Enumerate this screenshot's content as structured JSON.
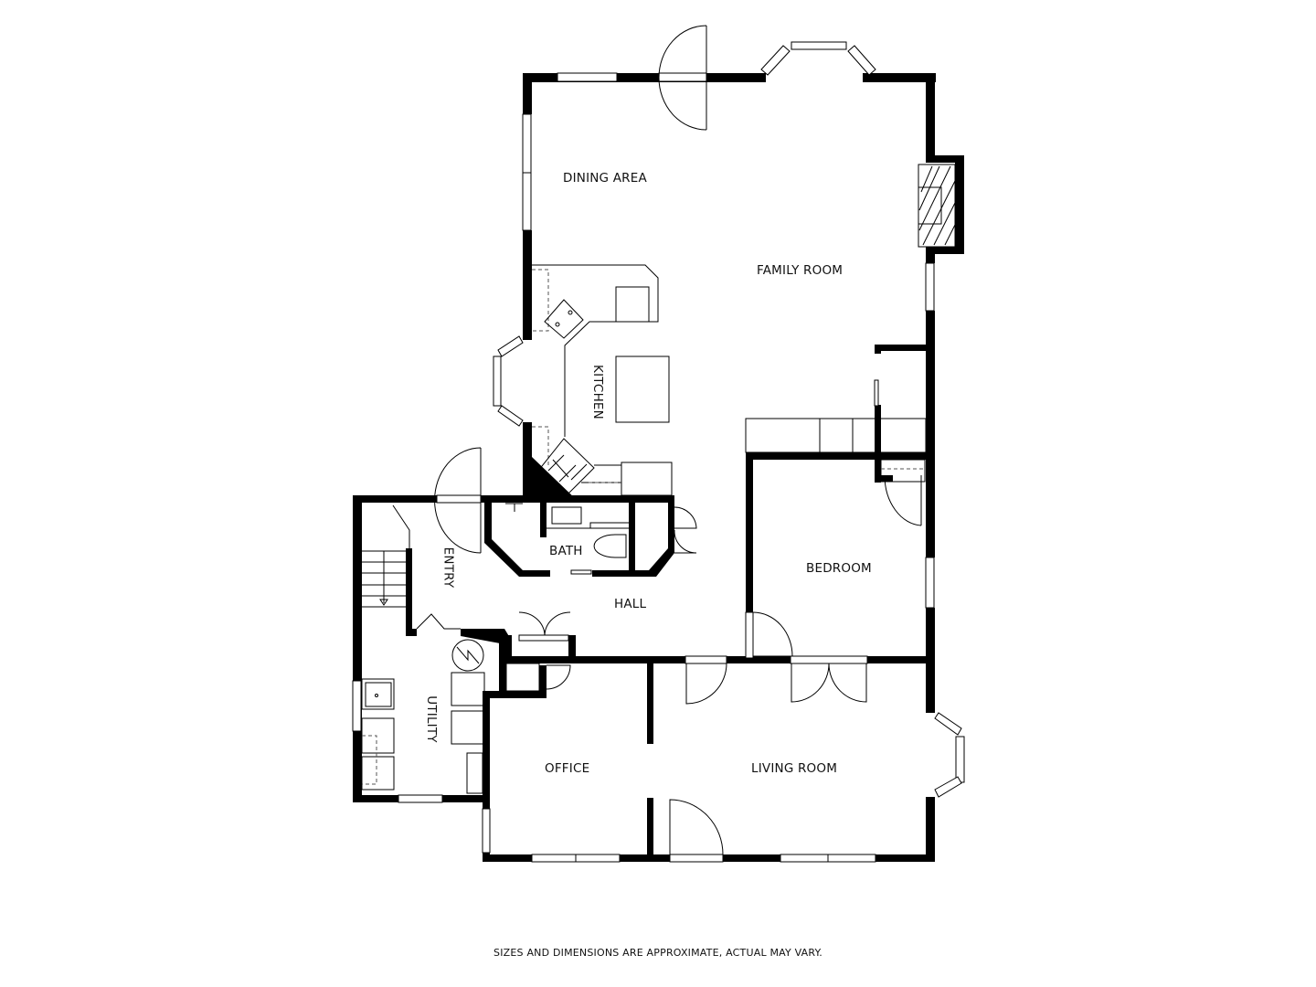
{
  "floorplan": {
    "rooms": {
      "dining_area": "DINING AREA",
      "family_room": "FAMILY ROOM",
      "kitchen": "KITCHEN",
      "bedroom": "BEDROOM",
      "bath": "BATH",
      "entry": "ENTRY",
      "hall": "HALL",
      "utility": "UTILITY",
      "office": "OFFICE",
      "living_room": "LIVING ROOM"
    },
    "colors": {
      "wall": "#000000",
      "background": "#ffffff"
    }
  },
  "footer": {
    "disclaimer": "SIZES AND DIMENSIONS ARE APPROXIMATE, ACTUAL MAY VARY."
  }
}
